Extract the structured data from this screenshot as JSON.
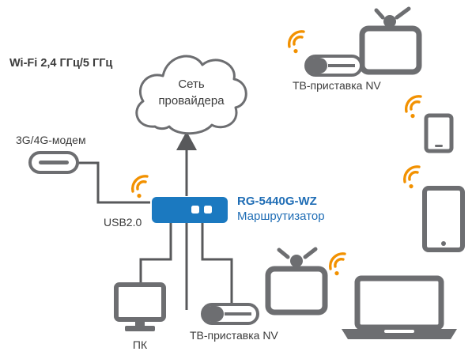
{
  "wifi_label": "Wi-Fi 2,4 ГГц/5 ГГц",
  "cloud": {
    "line1": "Сеть",
    "line2": "провайдера"
  },
  "modem_label": "3G/4G-модем",
  "usb_label": "USB2.0",
  "router": {
    "model": "RG-5440G-WZ",
    "type": "Маршрутизатор"
  },
  "pc_label": "ПК",
  "stb_wired_label": "ТВ-приставка NV",
  "stb_wifi_label": "ТВ-приставка NV",
  "colors": {
    "device_gray": "#6d6e71",
    "line_gray": "#58595b",
    "router_blue": "#1b79c0",
    "label_blue": "#1f6db5",
    "wifi_orange": "#f29100",
    "text_dark": "#3c3c3c"
  }
}
